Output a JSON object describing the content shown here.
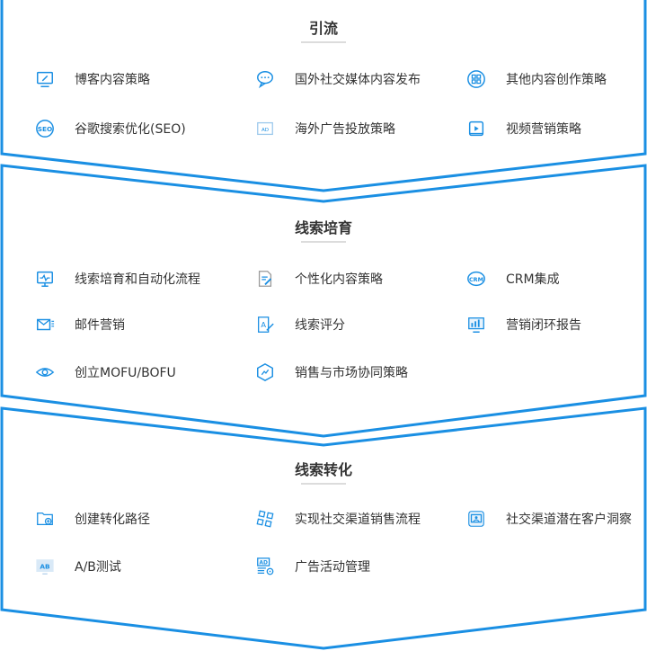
{
  "accent_color": "#1a8fe3",
  "sections": [
    {
      "title": "引流",
      "items": [
        {
          "label": "博客内容策略",
          "icon": "blog-edit-icon"
        },
        {
          "label": "国外社交媒体内容发布",
          "icon": "chat-bubbles-icon"
        },
        {
          "label": "其他内容创作策略",
          "icon": "content-grid-icon"
        },
        {
          "label": "谷歌搜索优化(SEO)",
          "icon": "seo-icon"
        },
        {
          "label": "海外广告投放策略",
          "icon": "ad-icon"
        },
        {
          "label": "视频营销策略",
          "icon": "video-icon"
        }
      ]
    },
    {
      "title": "线索培育",
      "items": [
        {
          "label": "线索培育和自动化流程",
          "icon": "monitor-automation-icon"
        },
        {
          "label": "个性化内容策略",
          "icon": "document-edit-icon"
        },
        {
          "label": "CRM集成",
          "icon": "crm-icon"
        },
        {
          "label": "邮件营销",
          "icon": "mail-icon"
        },
        {
          "label": "线索评分",
          "icon": "score-icon"
        },
        {
          "label": "营销闭环报告",
          "icon": "report-monitor-icon"
        },
        {
          "label": "创立MOFU/BOFU",
          "icon": "eye-icon"
        },
        {
          "label": "销售与市场协同策略",
          "icon": "hexagon-chart-icon"
        }
      ]
    },
    {
      "title": "线索转化",
      "items": [
        {
          "label": "创建转化路径",
          "icon": "conversion-path-icon"
        },
        {
          "label": "实现社交渠道销售流程",
          "icon": "social-flow-icon"
        },
        {
          "label": "社交渠道潜在客户洞察",
          "icon": "customer-insight-icon"
        },
        {
          "label": "A/B测试",
          "icon": "ab-test-icon"
        },
        {
          "label": "广告活动管理",
          "icon": "ad-campaign-icon"
        }
      ]
    }
  ]
}
